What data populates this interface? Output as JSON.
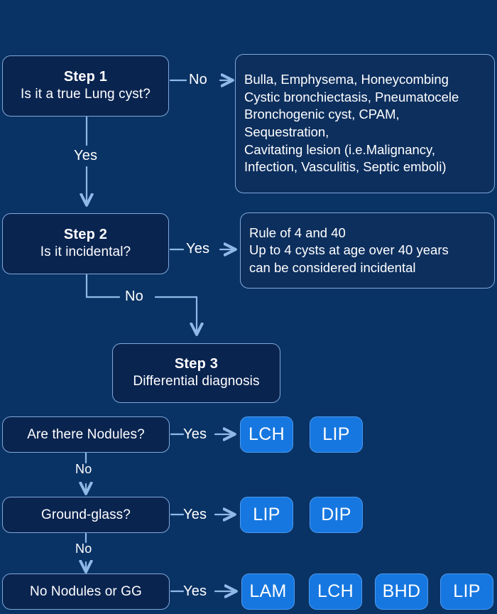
{
  "colors": {
    "background": "#0a3365",
    "node_fill": "#0a2450",
    "info_fill": "#0d2f5e",
    "border": "#7fa8d8",
    "chip_fill": "#1677e0",
    "chip_border": "#4d9bf0",
    "connector": "#8fb9e6",
    "text": "#ffffff"
  },
  "steps": {
    "step1": {
      "title": "Step 1",
      "question": "Is it a true Lung cyst?"
    },
    "step2": {
      "title": "Step 2",
      "question": "Is it incidental?"
    },
    "step3": {
      "title": "Step 3",
      "question": "Differential diagnosis"
    }
  },
  "mimics_box": {
    "lines": [
      "Bulla, Emphysema, Honeycombing",
      "Cystic bronchiectasis, Pneumatocele",
      "Bronchogenic cyst, CPAM,",
      "Sequestration,",
      "Cavitating lesion (i.e.Malignancy,",
      "Infection, Vasculitis, Septic emboli)"
    ]
  },
  "rule_box": {
    "lines": [
      "Rule of 4 and 40",
      "Up to 4 cysts at age over 40 years",
      "can be considered incidental"
    ]
  },
  "questions": {
    "nodules": "Are there Nodules?",
    "ground_glass": "Ground-glass?",
    "neither": "No Nodules or GG"
  },
  "edges": {
    "step1_no": "No",
    "step1_yes": "Yes",
    "step2_yes": "Yes",
    "step2_no": "No",
    "nodules_yes": "Yes",
    "nodules_no": "No",
    "gg_yes": "Yes",
    "gg_no": "No",
    "neither_yes": "Yes"
  },
  "diagnoses": {
    "nodules_row": [
      "LCH",
      "LIP"
    ],
    "ground_glass_row": [
      "LIP",
      "DIP"
    ],
    "neither_row": [
      "LAM",
      "LCH",
      "BHD",
      "LIP"
    ]
  }
}
